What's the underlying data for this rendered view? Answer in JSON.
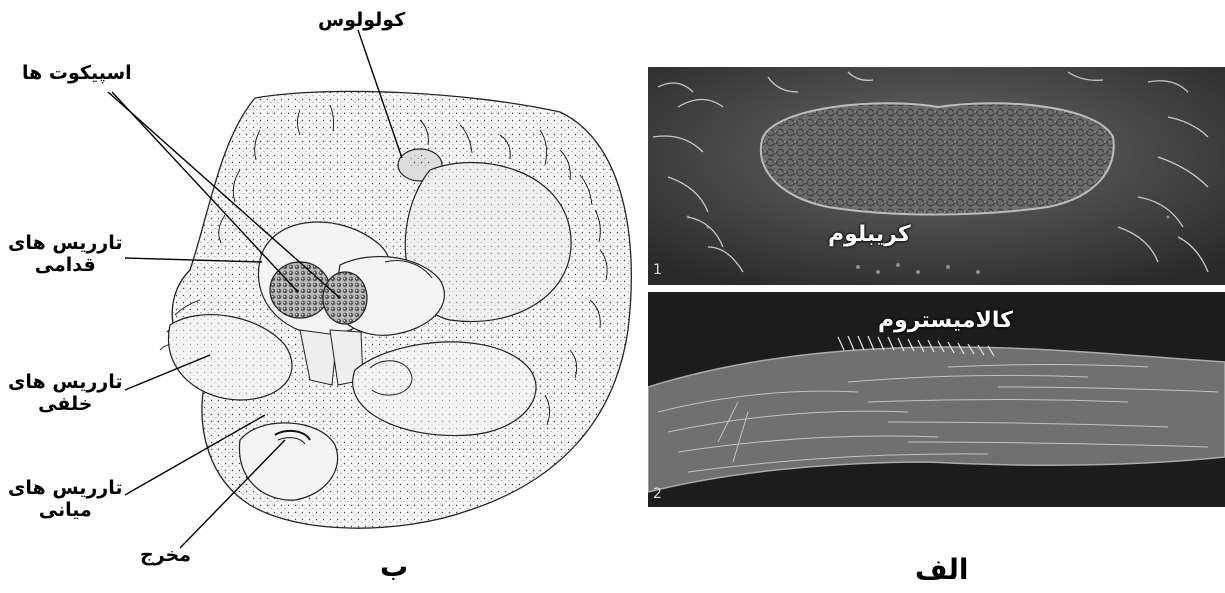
{
  "left_drawing": {
    "labels": {
      "colulus": "کولولوس",
      "spigots": "اسپیکوت ها",
      "anterior_line1": "تارریس های",
      "anterior_line2": "قدامی",
      "posterior_line1": "تارریس های",
      "posterior_line2": "خلفی",
      "median_line1": "تارریس های",
      "median_line2": "میانی",
      "anus": "مخرج"
    },
    "panel_letter": "ب"
  },
  "right_micrographs": {
    "top": {
      "label": "کریبلوم",
      "number": "1"
    },
    "bottom": {
      "label": "کالامیستروم",
      "number": "2"
    },
    "panel_letter": "الف"
  }
}
